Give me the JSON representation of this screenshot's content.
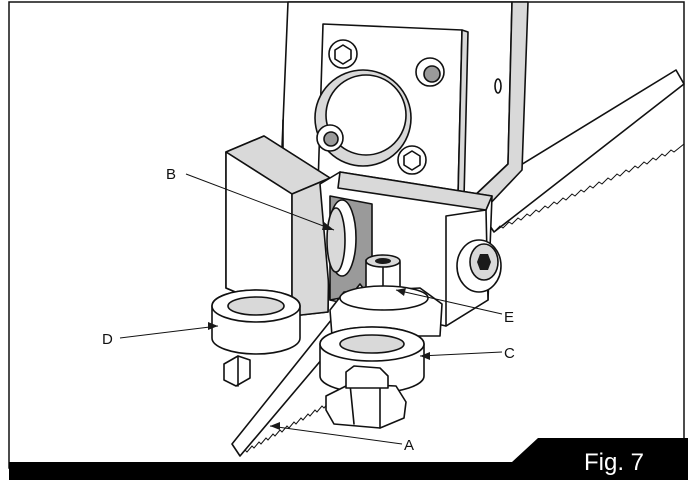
{
  "callouts": {
    "a": "A",
    "b": "B",
    "c": "C",
    "d": "D",
    "e": "E"
  },
  "figure_label": "Fig. 7",
  "colors": {
    "line": "#111111",
    "shade": "#d9d9d9",
    "dark": "#1a1a1a",
    "label_bar": "#000000",
    "label_text": "#ffffff"
  }
}
